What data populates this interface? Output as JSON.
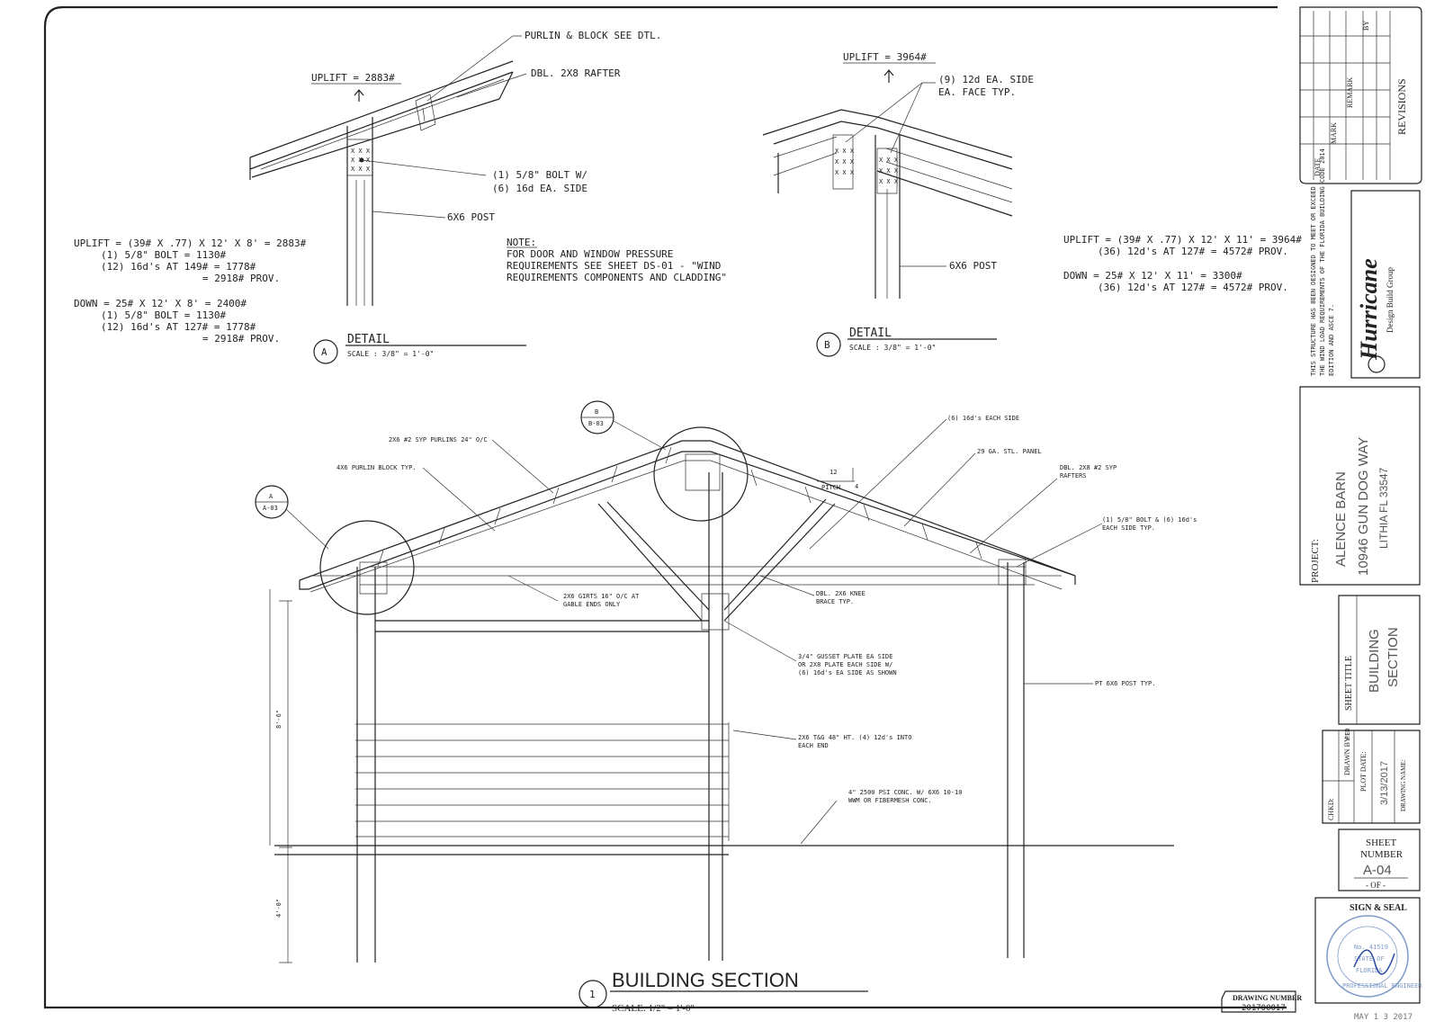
{
  "detail_a": {
    "uplift_header": "UPLIFT = 2883#",
    "callouts": [
      "PURLIN & BLOCK SEE DTL.",
      "DBL. 2X8 RAFTER",
      "(1) 5/8\" BOLT W/",
      "(6) 16d EA. SIDE",
      "6X6 POST"
    ],
    "calc": [
      "UPLIFT = (39# X .77) X 12' X 8' = 2883#",
      "(1) 5/8\" BOLT          = 1130#",
      "(12) 16d's AT 149#      = 1778#",
      "= 2918# PROV.",
      "DOWN = 25# X 12' X 8'   = 2400#",
      "(1) 5/8\" BOLT          = 1130#",
      "(12) 16d's AT 127#      = 1778#",
      "= 2918# PROV."
    ],
    "marker": "A",
    "title": "DETAIL",
    "scale": "SCALE : 3/8\" = 1'-0\""
  },
  "detail_b": {
    "uplift_header": "UPLIFT = 3964#",
    "callouts": [
      "(9) 12d EA. SIDE",
      "EA. FACE TYP.",
      "6X6 POST"
    ],
    "calc": [
      "UPLIFT = (39# X .77) X 12' X 11' = 3964#",
      "(36) 12d's AT 127#  = 4572# PROV.",
      "DOWN = 25# X 12' X 11'   = 3300#",
      "(36) 12d's AT 127#  = 4572# PROV."
    ],
    "marker": "B",
    "title": "DETAIL",
    "scale": "SCALE : 3/8\" = 1'-0\""
  },
  "note": {
    "heading": "NOTE:",
    "lines": [
      "FOR DOOR AND WINDOW PRESSURE",
      "REQUIREMENTS SEE SHEET DS-01 - \"WIND",
      "REQUIREMENTS COMPONENTS AND CLADDING\""
    ]
  },
  "section": {
    "markers": {
      "a_top": "A",
      "a_bottom": "A-03",
      "b_top": "B",
      "b_bottom": "B-03"
    },
    "pitch": {
      "rise": "12",
      "label": "PITCH",
      "run": "4"
    },
    "callouts": [
      "2X6 #2 SYP PURLINS 24\" O/C",
      "4X6 PURLIN BLOCK TYP.",
      "(6) 16d's EACH SIDE",
      "29 GA. STL. PANEL",
      "DBL. 2X8 #2 SYP",
      "RAFTERS",
      "(1) 5/8\" BOLT & (6) 16d's",
      "EACH SIDE TYP.",
      "2X6 GIRTS 16\" O/C AT",
      "GABLE ENDS ONLY",
      "DBL. 2X6 KNEE",
      "BRACE TYP.",
      "3/4\" GUSSET PLATE EA SIDE",
      "OR 2X8 PLATE EACH SIDE W/",
      "(6) 16d's EA SIDE AS SHOWN",
      "PT 6X6 POST TYP.",
      "2X6 T&G 48\" HT. (4) 12d's INTO",
      "EACH END",
      "4\" 2500 PSI CONC. W/ 6X6 10-10",
      "WWM OR FIBERMESH CONC."
    ],
    "dims": [
      "8'-6\"",
      "4'-0\""
    ],
    "marker": "1",
    "title": "BUILDING SECTION",
    "scale": "SCALE: 1/2\" = 1'-0\""
  },
  "title_block": {
    "revisions": "REVISIONS",
    "rev_cols": [
      "DATE",
      "MARK",
      "REMARK",
      "BY"
    ],
    "firm_name": "Hurricane",
    "firm_sub": "Design Build Group",
    "code_lines": [
      "THIS STRUCTURE HAS BEEN DESIGNED TO MEET OR EXCEED",
      "THE WIND LOAD REQUIREMENTS OF THE FLORIDA BUILDING CODE 2014",
      "EDITION AND ASCE 7."
    ],
    "project_label": "PROJECT:",
    "project_lines": [
      "ALENCE BARN",
      "10946 GUN DOG WAY",
      "LITHIA FL 33547"
    ],
    "sheet_title_label": "SHEET TITLE",
    "sheet_title": [
      "BUILDING",
      "SECTION"
    ],
    "chkd_label": "CHKD:",
    "drawn_by_label": "DRAWN BY:",
    "drawn_by": "FED",
    "plot_date_label": "PLOT DATE:",
    "plot_date": "3/13/2017",
    "drawing_name_label": "DRAWING NAME:",
    "sheet_number_labels": [
      "SHEET",
      "NUMBER"
    ],
    "sheet_number": "A-04",
    "of_label": "- OF -",
    "sign_seal": "SIGN & SEAL",
    "seal_lines": [
      "PROFESSIONAL ENGINEER",
      "No. 41519",
      "STATE OF",
      "FLORIDA"
    ],
    "seal_date": "MAY 1 3 2017",
    "drawing_number_label": "DRAWING NUMBER",
    "drawing_number": "201700017"
  }
}
